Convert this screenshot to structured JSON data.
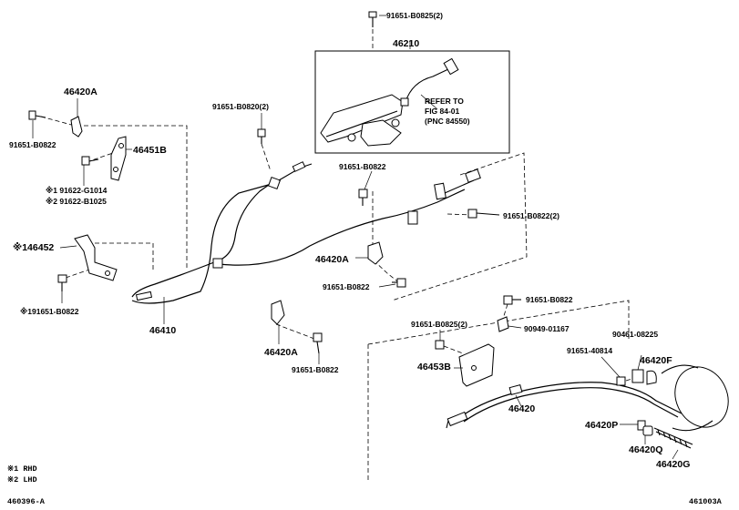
{
  "labels": {
    "p46210": "46210",
    "p91651_B0825_2_top": "91651-B0825(2)",
    "refer1": "REFER TO",
    "refer2": "FIG 84-01",
    "refer3": "(PNC 84550)",
    "p46420A_1": "46420A",
    "p91651_B0822_1": "91651-B0822",
    "p46451B": "46451B",
    "p91622_G1014": "※1 91622-G1014",
    "p91622_B1025": "※2 91622-B1025",
    "p46452": "※146452",
    "p91651_B0822_L": "※191651-B0822",
    "p46410": "46410",
    "p91651_B0820_2": "91651-B0820(2)",
    "p91651_B0822_2": "91651-B0822",
    "p91651_B0822_3_2": "91651-B0822(2)",
    "p46420A_2": "46420A",
    "p91651_B0822_4": "91651-B0822",
    "p46420A_3": "46420A",
    "p91651_B0822_5": "91651-B0822",
    "p91651_B0822_6": "91651-B0822",
    "p91651_B0825_2_b": "91651-B0825(2)",
    "p90949_01167": "90949-01167",
    "p90461_08225": "90461-08225",
    "p91651_40814": "91651-40814",
    "p46420F": "46420F",
    "p46453B": "46453B",
    "p46420": "46420",
    "p46420P": "46420P",
    "p46420Q": "46420Q",
    "p46420G": "46420G",
    "note1": "※1 RHD",
    "note2": "※2 LHD",
    "fig_left": "460396-A",
    "fig_right": "461003A"
  }
}
